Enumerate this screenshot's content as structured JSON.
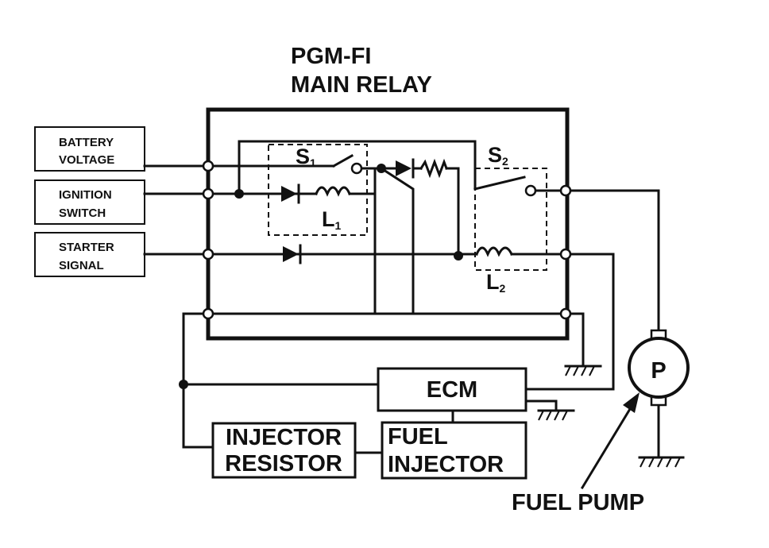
{
  "title": {
    "line1": "PGM-FI",
    "line2": "MAIN RELAY"
  },
  "inputs": {
    "battery": [
      "BATTERY",
      "VOLTAGE"
    ],
    "ignition": [
      "IGNITION",
      "SWITCH"
    ],
    "starter": [
      "STARTER",
      "SIGNAL"
    ]
  },
  "switches": {
    "s1": {
      "letter": "S",
      "sub": "1"
    },
    "s2": {
      "letter": "S",
      "sub": "2"
    }
  },
  "coils": {
    "l1": {
      "letter": "L",
      "sub": "1"
    },
    "l2": {
      "letter": "L",
      "sub": "2"
    }
  },
  "ecm": {
    "label": "ECM"
  },
  "injector_resistor": [
    "INJECTOR",
    "RESISTOR"
  ],
  "fuel_injector": [
    "FUEL",
    "INJECTOR"
  ],
  "pump": {
    "symbol": "P",
    "label": "FUEL PUMP"
  }
}
